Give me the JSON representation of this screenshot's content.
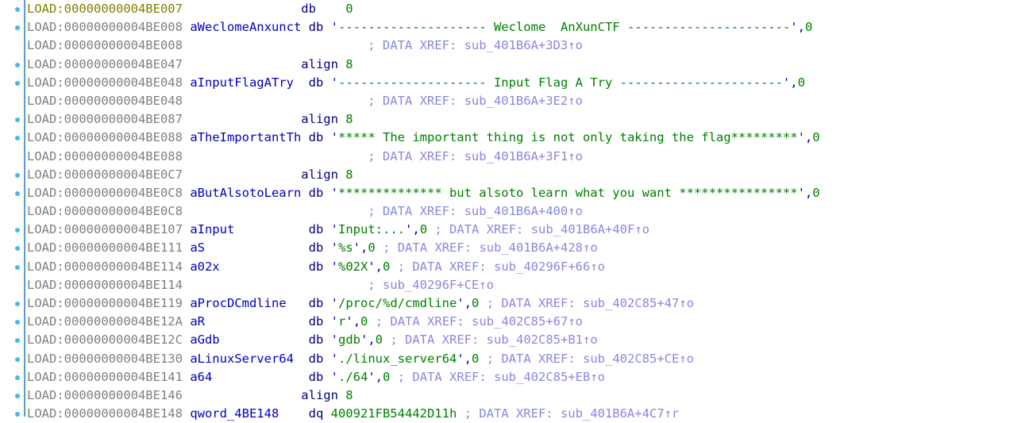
{
  "app": {
    "name": "IDA Pro disassembly view",
    "segment": "LOAD",
    "theme": {
      "background": "#ffffff",
      "address": "#808080",
      "address_current": "#808000",
      "label_name": "#0000c0",
      "keyword": "#000080",
      "string": "#008000",
      "number": "#008000",
      "punctuation": "#0000c0",
      "xref_comment": "#8888e0",
      "gutter_rule": "#5b9bd5",
      "breakpoint_dot": "#4ab8e8"
    }
  },
  "gutter": {
    "dot_icon": "blue-dot-icon",
    "rule_icon": "vertical-rule-icon"
  },
  "rows": [
    {
      "dot": true,
      "current": true,
      "address": "LOAD:00000000004BE007",
      "label": "",
      "keyword": "db",
      "operand_num": "0",
      "string": "",
      "tail": "",
      "xref": ""
    },
    {
      "dot": true,
      "current": false,
      "address": "LOAD:00000000004BE008",
      "label": "aWeclomeAnxunct",
      "keyword": "db",
      "operand_num": "",
      "string": "'-------------------- Weclome  AnXunCTF ----------------------'",
      "tail": ",0",
      "xref": ""
    },
    {
      "dot": false,
      "current": false,
      "address": "LOAD:00000000004BE008",
      "label": "",
      "keyword": "",
      "operand_num": "",
      "string": "",
      "tail": "",
      "xref": "; DATA XREF: sub_401B6A+3D3↑o"
    },
    {
      "dot": true,
      "current": false,
      "address": "LOAD:00000000004BE047",
      "label": "",
      "keyword": "align",
      "operand_num": "8",
      "string": "",
      "tail": "",
      "xref": ""
    },
    {
      "dot": true,
      "current": false,
      "address": "LOAD:00000000004BE048",
      "label": "aInputFlagATry",
      "keyword": "db",
      "operand_num": "",
      "string": "'-------------------- Input Flag A Try ----------------------'",
      "tail": ",0",
      "xref": ""
    },
    {
      "dot": false,
      "current": false,
      "address": "LOAD:00000000004BE048",
      "label": "",
      "keyword": "",
      "operand_num": "",
      "string": "",
      "tail": "",
      "xref": "; DATA XREF: sub_401B6A+3E2↑o"
    },
    {
      "dot": true,
      "current": false,
      "address": "LOAD:00000000004BE087",
      "label": "",
      "keyword": "align",
      "operand_num": "8",
      "string": "",
      "tail": "",
      "xref": ""
    },
    {
      "dot": true,
      "current": false,
      "address": "LOAD:00000000004BE088",
      "label": "aTheImportantTh",
      "keyword": "db",
      "operand_num": "",
      "string": "'***** The important thing is not only taking the flag*********'",
      "tail": ",0",
      "xref": ""
    },
    {
      "dot": false,
      "current": false,
      "address": "LOAD:00000000004BE088",
      "label": "",
      "keyword": "",
      "operand_num": "",
      "string": "",
      "tail": "",
      "xref": "; DATA XREF: sub_401B6A+3F1↑o"
    },
    {
      "dot": true,
      "current": false,
      "address": "LOAD:00000000004BE0C7",
      "label": "",
      "keyword": "align",
      "operand_num": "8",
      "string": "",
      "tail": "",
      "xref": ""
    },
    {
      "dot": true,
      "current": false,
      "address": "LOAD:00000000004BE0C8",
      "label": "aButAlsotoLearn",
      "keyword": "db",
      "operand_num": "",
      "string": "'************** but alsoto learn what you want ****************'",
      "tail": ",0",
      "xref": ""
    },
    {
      "dot": false,
      "current": false,
      "address": "LOAD:00000000004BE0C8",
      "label": "",
      "keyword": "",
      "operand_num": "",
      "string": "",
      "tail": "",
      "xref": "; DATA XREF: sub_401B6A+400↑o"
    },
    {
      "dot": true,
      "current": false,
      "address": "LOAD:00000000004BE107",
      "label": "aInput",
      "keyword": "db",
      "operand_num": "",
      "string": "'Input:...'",
      "tail": ",0",
      "xref": "; DATA XREF: sub_401B6A+40F↑o"
    },
    {
      "dot": true,
      "current": false,
      "address": "LOAD:00000000004BE111",
      "label": "aS",
      "keyword": "db",
      "operand_num": "",
      "string": "'%s'",
      "tail": ",0",
      "xref": "; DATA XREF: sub_401B6A+428↑o"
    },
    {
      "dot": true,
      "current": false,
      "address": "LOAD:00000000004BE114",
      "label": "a02x",
      "keyword": "db",
      "operand_num": "",
      "string": "'%02X'",
      "tail": ",0",
      "xref": "; DATA XREF: sub_40296F+66↑o"
    },
    {
      "dot": false,
      "current": false,
      "address": "LOAD:00000000004BE114",
      "label": "",
      "keyword": "",
      "operand_num": "",
      "string": "",
      "tail": "",
      "xref": "; sub_40296F+CE↑o"
    },
    {
      "dot": true,
      "current": false,
      "address": "LOAD:00000000004BE119",
      "label": "aProcDCmdline",
      "keyword": "db",
      "operand_num": "",
      "string": "'/proc/%d/cmdline'",
      "tail": ",0",
      "xref": "; DATA XREF: sub_402C85+47↑o"
    },
    {
      "dot": true,
      "current": false,
      "address": "LOAD:00000000004BE12A",
      "label": "aR",
      "keyword": "db",
      "operand_num": "",
      "string": "'r'",
      "tail": ",0",
      "xref": "; DATA XREF: sub_402C85+67↑o"
    },
    {
      "dot": true,
      "current": false,
      "address": "LOAD:00000000004BE12C",
      "label": "aGdb",
      "keyword": "db",
      "operand_num": "",
      "string": "'gdb'",
      "tail": ",0",
      "xref": "; DATA XREF: sub_402C85+B1↑o"
    },
    {
      "dot": true,
      "current": false,
      "address": "LOAD:00000000004BE130",
      "label": "aLinuxServer64",
      "keyword": "db",
      "operand_num": "",
      "string": "'./linux_server64'",
      "tail": ",0",
      "xref": "; DATA XREF: sub_402C85+CE↑o"
    },
    {
      "dot": true,
      "current": false,
      "address": "LOAD:00000000004BE141",
      "label": "a64",
      "keyword": "db",
      "operand_num": "",
      "string": "'./64'",
      "tail": ",0",
      "xref": "; DATA XREF: sub_402C85+EB↑o"
    },
    {
      "dot": true,
      "current": false,
      "address": "LOAD:00000000004BE146",
      "label": "",
      "keyword": "align",
      "operand_num": "8",
      "string": "",
      "tail": "",
      "xref": ""
    },
    {
      "dot": true,
      "current": false,
      "address": "LOAD:00000000004BE148",
      "label": "qword_4BE148",
      "keyword": "dq",
      "operand_num": "400921FB54442D11h",
      "string": "",
      "tail": "",
      "xref": "; DATA XREF: sub_401B6A+4C7↑r"
    }
  ],
  "layout": {
    "col_address_ch": 0,
    "col_label_ch": 21,
    "col_mnemonic_ch": 37,
    "col_comment_ch": 46
  }
}
